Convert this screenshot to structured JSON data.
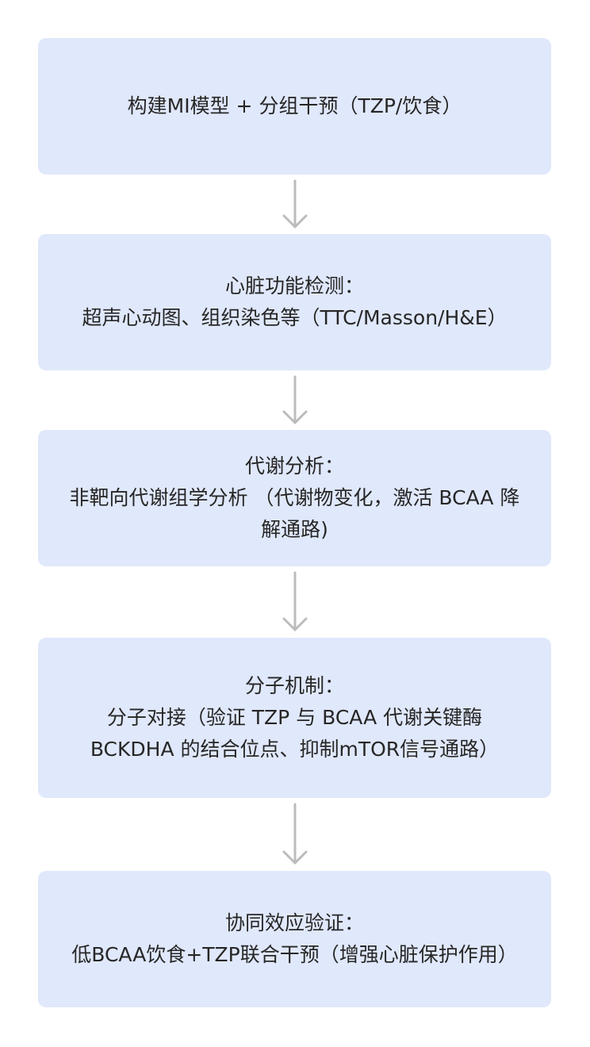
{
  "diagram": {
    "steps": [
      {
        "lines": [
          "构建MI模型 + 分组干预（TZP/饮食）"
        ]
      },
      {
        "lines": [
          "心脏功能检测：",
          "超声心动图、组织染色等（TTC/Masson/H&E）"
        ]
      },
      {
        "lines": [
          "代谢分析：",
          "非靶向代谢组学分析 （代谢物变化，激活 BCAA 降",
          "解通路)"
        ]
      },
      {
        "lines": [
          "分子机制：",
          "分子对接（验证 TZP 与 BCAA 代谢关键酶",
          "BCKDHA 的结合位点、抑制mTOR信号通路）"
        ]
      },
      {
        "lines": [
          "协同效应验证：",
          "低BCAA饮食+TZP联合干预（增强心脏保护作用）"
        ]
      }
    ],
    "colors": {
      "box_fill": "#e0e8fb",
      "text": "#262626",
      "arrow": "#bcbcbc"
    }
  }
}
